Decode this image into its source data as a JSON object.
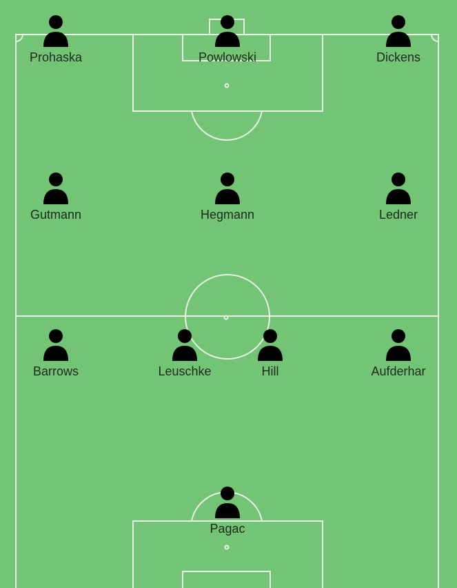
{
  "colors": {
    "pitch": "#74c476",
    "lines": "#e8f3e4",
    "player_icon": "#000000",
    "text": "#1c2a1c"
  },
  "icons": {
    "player": "person-icon"
  },
  "players": [
    {
      "id": "prohaska",
      "name": "Prohaska"
    },
    {
      "id": "powlowski",
      "name": "Powlowski"
    },
    {
      "id": "dickens",
      "name": "Dickens"
    },
    {
      "id": "gutmann",
      "name": "Gutmann"
    },
    {
      "id": "hegmann",
      "name": "Hegmann"
    },
    {
      "id": "ledner",
      "name": "Ledner"
    },
    {
      "id": "barrows",
      "name": "Barrows"
    },
    {
      "id": "leuschke",
      "name": "Leuschke"
    },
    {
      "id": "hill",
      "name": "Hill"
    },
    {
      "id": "aufderhar",
      "name": "Aufderhar"
    },
    {
      "id": "pagac",
      "name": "Pagac"
    }
  ]
}
